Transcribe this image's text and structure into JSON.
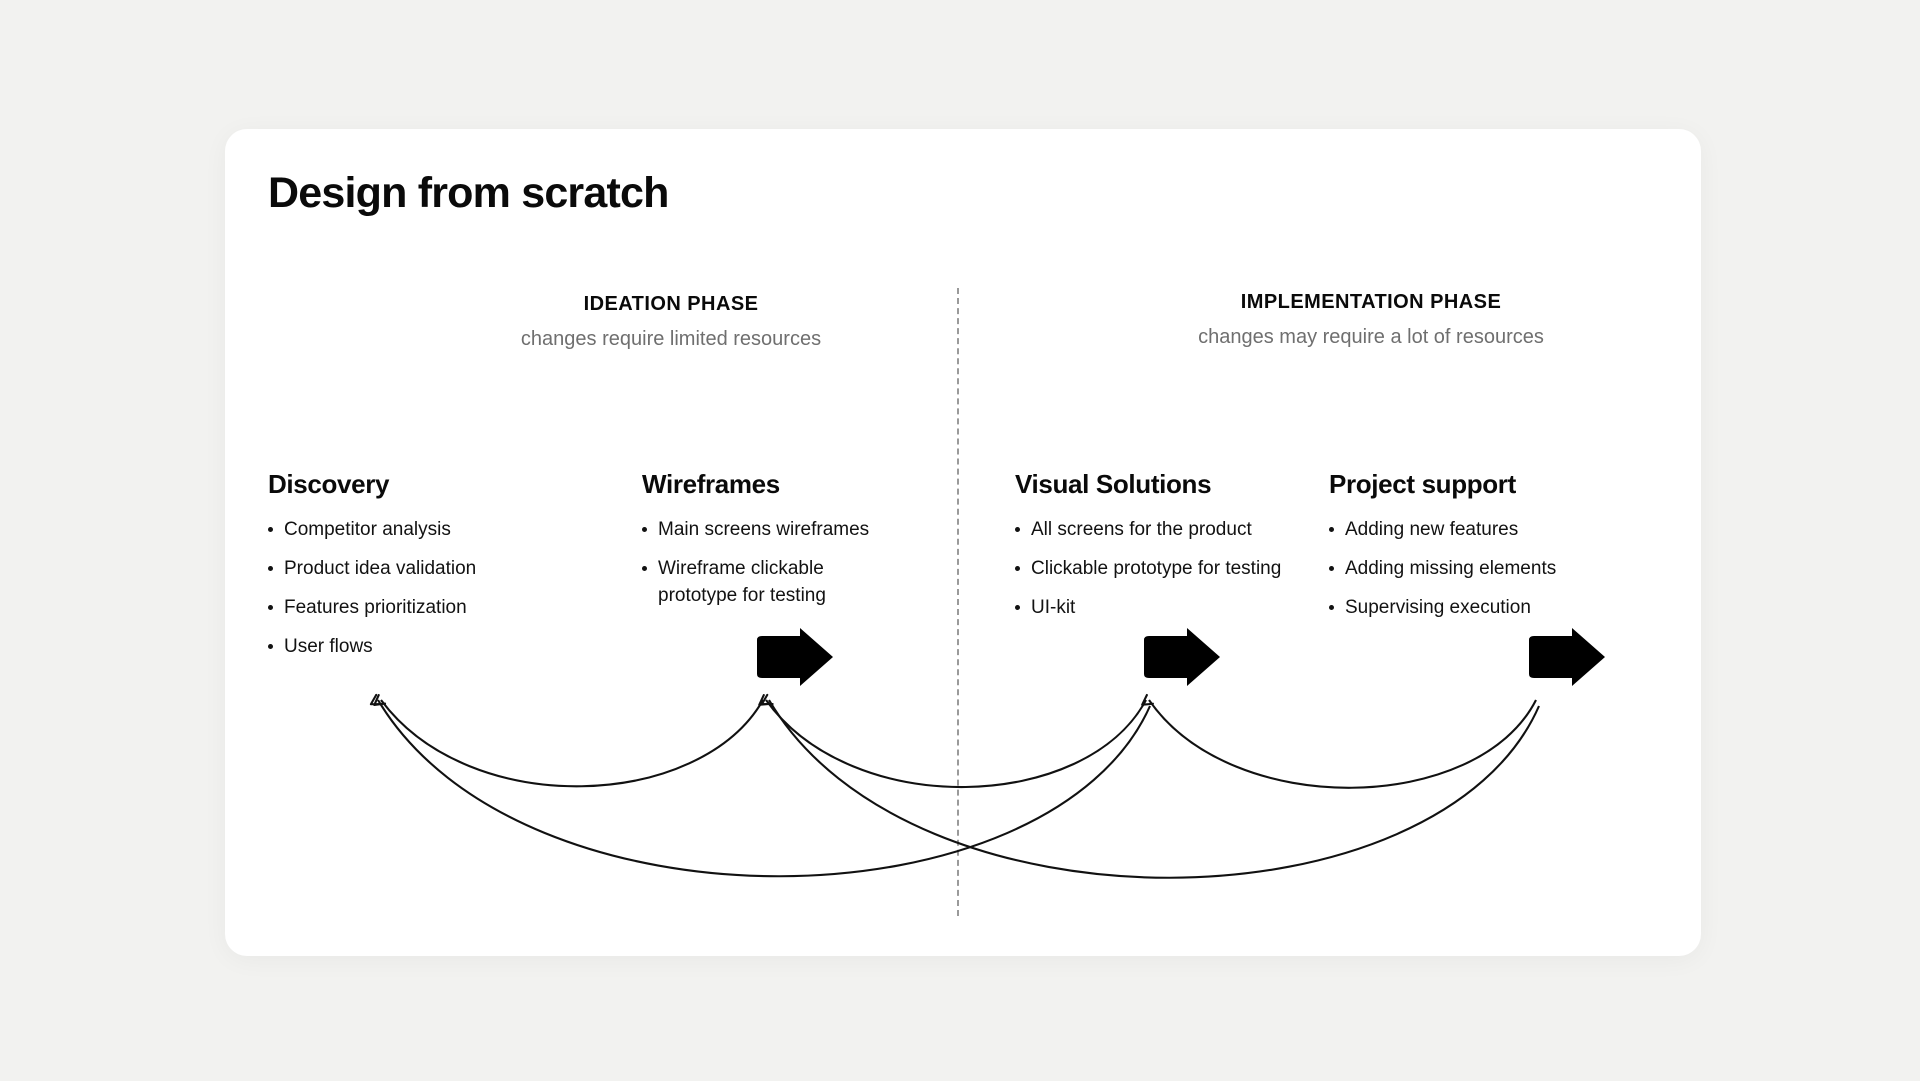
{
  "page": {
    "title": "Design from scratch",
    "background_color": "#f2f2f0",
    "card_color": "#ffffff",
    "text_color": "#0a0a0a",
    "muted_text_color": "#6f6f6f",
    "accent_color": "#000000"
  },
  "phases": [
    {
      "name": "IDEATION PHASE",
      "subtitle": "changes require limited resources"
    },
    {
      "name": "IMPLEMENTATION PHASE",
      "subtitle": "changes may require a lot of resources"
    }
  ],
  "divider": {
    "style": "dashed",
    "orientation": "vertical"
  },
  "columns": [
    {
      "title": "Discovery",
      "items": [
        "Competitor analysis",
        "Product idea validation",
        "Features prioritization",
        "User flows"
      ]
    },
    {
      "title": "Wireframes",
      "items": [
        "Main screens wireframes",
        "Wireframe clickable prototype for testing"
      ]
    },
    {
      "title": "Visual Solutions",
      "items": [
        "All screens for the product",
        "Clickable prototype for testing",
        "UI-kit"
      ]
    },
    {
      "title": "Project support",
      "items": [
        "Adding new features",
        "Adding missing elements",
        "Supervising execution"
      ]
    }
  ],
  "step_arrows": [
    {
      "icon": "right-arrow-icon",
      "from": "Discovery",
      "to": "Wireframes"
    },
    {
      "icon": "right-arrow-icon",
      "from": "Wireframes",
      "to": "Visual Solutions"
    },
    {
      "icon": "right-arrow-icon",
      "from": "Visual Solutions",
      "to": "Project support"
    }
  ],
  "feedback_loops": [
    {
      "icon": "curved-feedback-arrow-icon",
      "from": "Wireframes",
      "to": "Discovery"
    },
    {
      "icon": "curved-feedback-arrow-icon",
      "from": "Visual Solutions",
      "to": "Wireframes"
    },
    {
      "icon": "curved-feedback-arrow-icon",
      "from": "Project support",
      "to": "Visual Solutions"
    },
    {
      "icon": "curved-feedback-arrow-icon",
      "from": "Visual Solutions",
      "to": "Discovery"
    },
    {
      "icon": "curved-feedback-arrow-icon",
      "from": "Project support",
      "to": "Wireframes"
    }
  ]
}
